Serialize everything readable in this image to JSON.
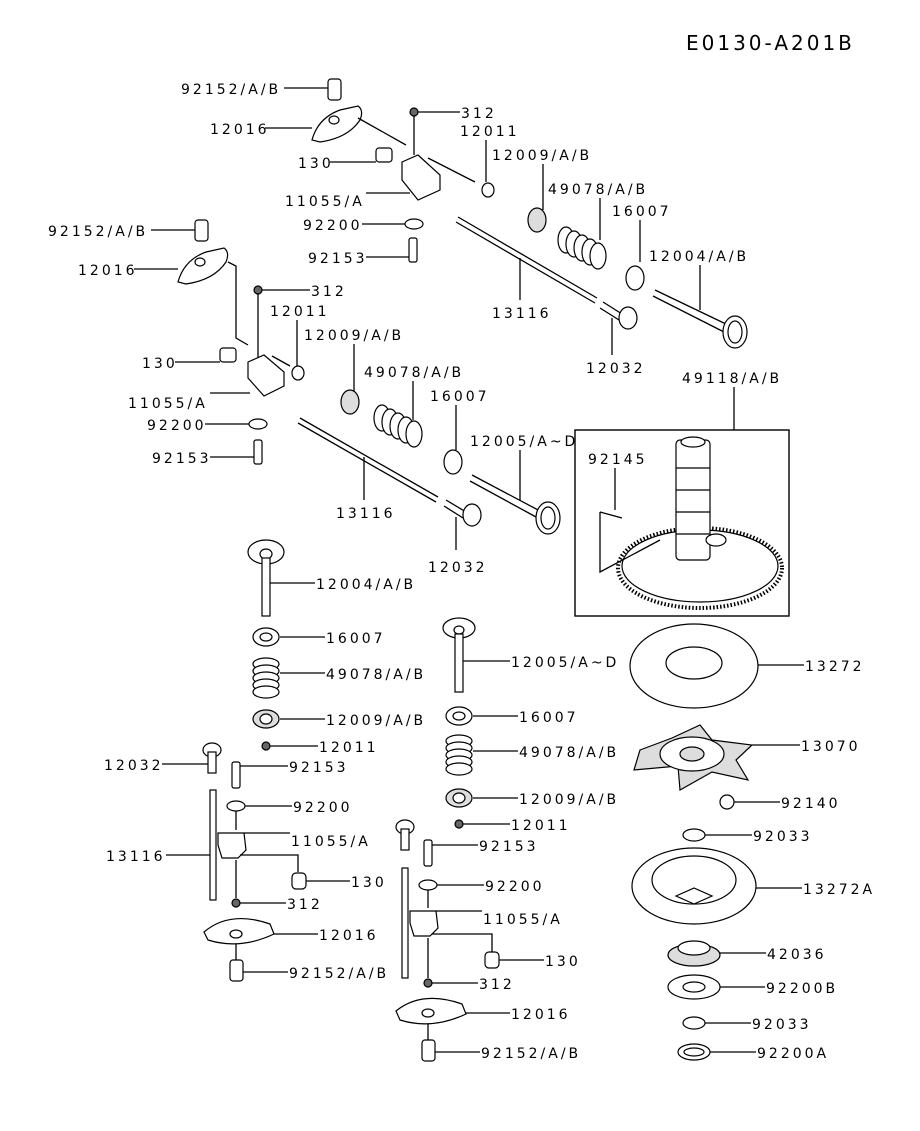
{
  "diagram": {
    "title": "E0130-A201B",
    "upper_rocker_assembly_1": {
      "labels": [
        "92152/A/B",
        "12016",
        "312",
        "12011",
        "130",
        "12009/A/B",
        "11055/A",
        "49078/A/B",
        "92200",
        "16007",
        "12004/A/B",
        "92153",
        "13116",
        "12032"
      ]
    },
    "upper_rocker_assembly_2": {
      "labels": [
        "92152/A/B",
        "12016",
        "312",
        "12011",
        "12009/A/B",
        "130",
        "49078/A/B",
        "11055/A",
        "16007",
        "92200",
        "12005/A~D",
        "92153",
        "13116",
        "12032"
      ]
    },
    "camshaft": {
      "label": "49118/A/B",
      "inset_label": "92145"
    },
    "lower_left_stack": {
      "labels": [
        "12004/A/B",
        "16007",
        "49078/A/B",
        "12009/A/B",
        "12011",
        "12032",
        "92153",
        "92200",
        "11055/A",
        "13116",
        "130",
        "312",
        "12016",
        "92152/A/B"
      ]
    },
    "lower_middle_stack": {
      "labels": [
        "12005/A~D",
        "16007",
        "49078/A/B",
        "12009/A/B",
        "12011",
        "92153",
        "92200",
        "11055/A",
        "130",
        "312",
        "12016",
        "92152/A/B"
      ]
    },
    "governor_stack": {
      "labels": [
        "13272",
        "13070",
        "92140",
        "92033",
        "13272A",
        "42036",
        "92200B",
        "92033",
        "92200A"
      ]
    }
  }
}
